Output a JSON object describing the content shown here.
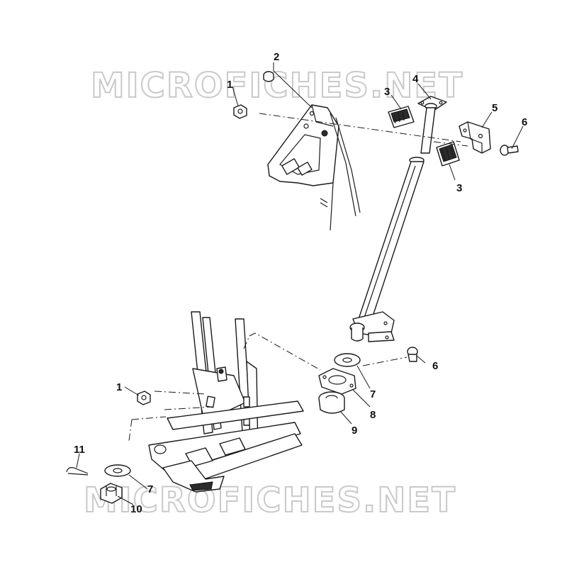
{
  "watermarks": [
    "MICROFICHES.NET",
    "MICROFICHES.NET"
  ],
  "callouts": {
    "c1_top": "1",
    "c2": "2",
    "c3_upper": "3",
    "c4": "4",
    "c5": "5",
    "c6_top": "6",
    "c3_lower": "3",
    "c6_mid": "6",
    "c7_mid": "7",
    "c8": "8",
    "c9": "9",
    "c1_bottom": "1",
    "c11": "11",
    "c7_bottom": "7",
    "c10": "10"
  }
}
